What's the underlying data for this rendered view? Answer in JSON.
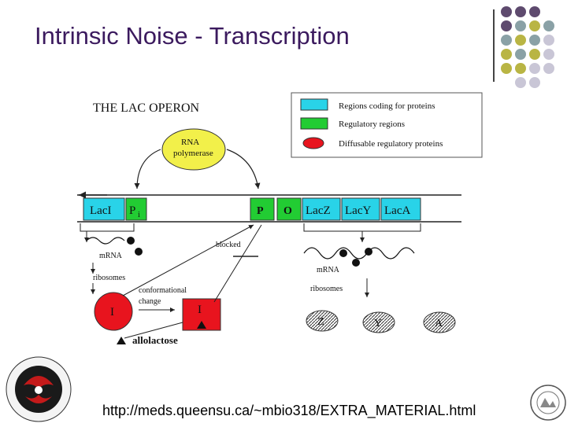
{
  "slide": {
    "title": "Intrinsic Noise - Transcription",
    "url": "http://meds.queensu.ca/~mbio318/EXTRA_MATERIAL.html",
    "colors": {
      "title": "#3b1a5e",
      "dot_purple": "#5e4a6e",
      "dot_teal": "#8aa1a6",
      "dot_olive": "#b9b544",
      "dot_lavender": "#c9c6d6"
    }
  },
  "diagram": {
    "heading": "THE LAC OPERON",
    "legend": {
      "coding": "Regions coding for proteins",
      "regulatory": "Regulatory regions",
      "diffusable": "Diffusable regulatory proteins"
    },
    "rna_polymerase": [
      "RNA",
      "polymerase"
    ],
    "genes": {
      "laci": "LacI",
      "pi": "P",
      "pi_sub": "i",
      "p": "P",
      "o": "O",
      "lacz": "LacZ",
      "lacy": "LacY",
      "laca": "LacA"
    },
    "labels": {
      "blocked": "blocked",
      "mrna_left": "mRNA",
      "ribosomes_left": "ribosomes",
      "conformational": [
        "conformational",
        "change"
      ],
      "repressor": "I",
      "repressor2": "I",
      "allolactose": "allolactose",
      "mrna_right": "mRNA",
      "ribosomes_right": "ribosomes",
      "z": "Z",
      "y": "Y",
      "a": "A"
    },
    "colors": {
      "cyan": "#29d3e8",
      "green": "#22cc33",
      "red": "#e8141e",
      "yellow": "#f2f04a"
    }
  }
}
